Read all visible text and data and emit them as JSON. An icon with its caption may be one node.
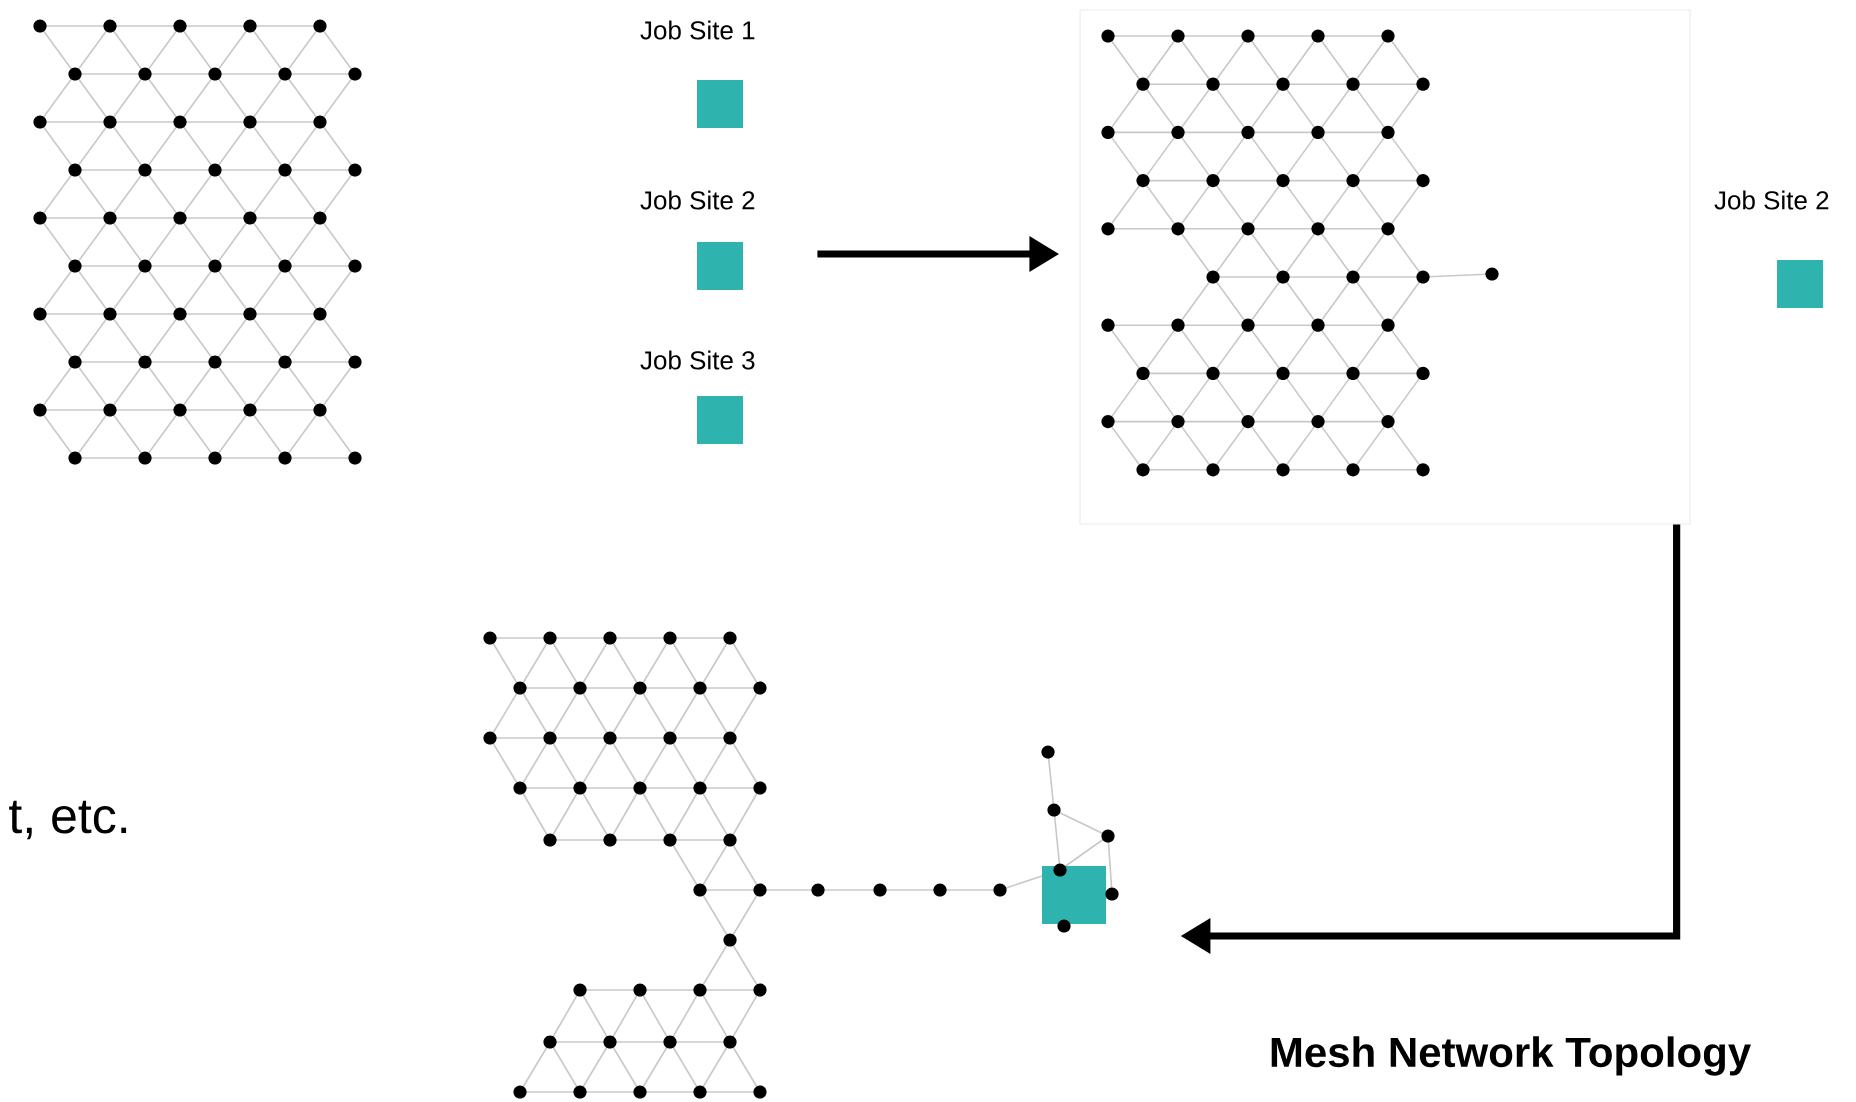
{
  "diagram": {
    "caption": "Mesh Network Topology",
    "nodes": [
      {
        "text": [],
        "shape": "picture"
      },
      {
        "text": [
          "Job Site 1"
        ]
      },
      {
        "text": [
          "Job Site 2"
        ]
      },
      {
        "text": [
          "Job Site 3"
        ]
      },
      {
        "text": [],
        "shape": "picture"
      },
      {
        "text": [
          "Job Site 2"
        ]
      },
      {
        "text": [],
        "shape": "picture"
      }
    ],
    "edges": [
      {
        "from": 2,
        "to": 4,
        "arrow": "to"
      },
      {
        "from": 4,
        "to": 6,
        "arrow": "to"
      }
    ],
    "labels": [
      "t, etc."
    ]
  }
}
